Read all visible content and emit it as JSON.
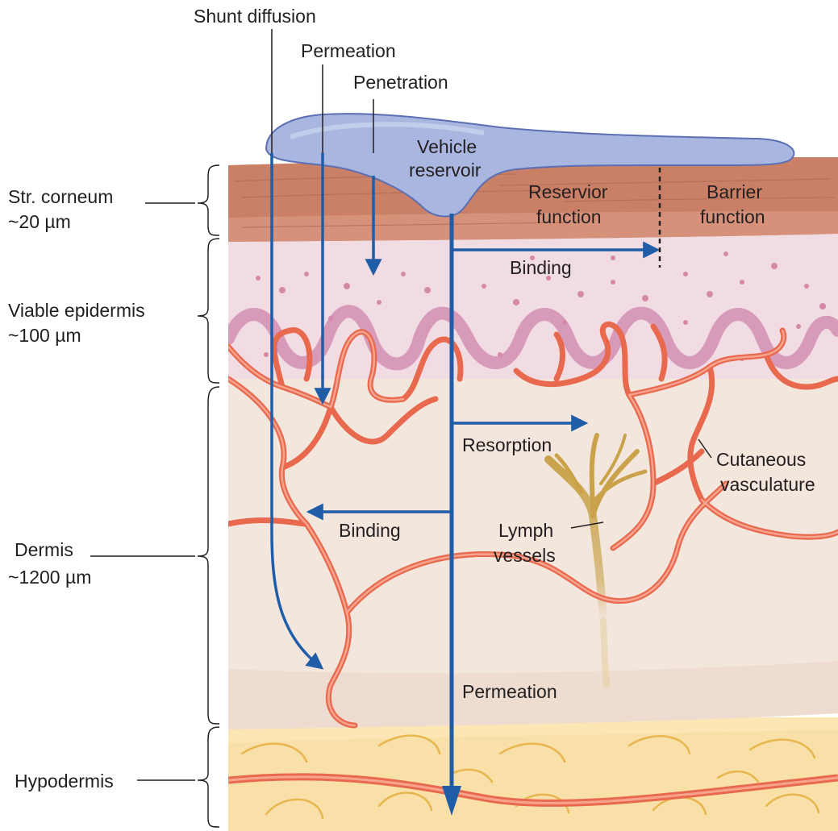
{
  "layers": {
    "stratum_corneum": {
      "name": "Str. corneum",
      "thickness": "~20 µm"
    },
    "viable_epidermis": {
      "name": "Viable epidermis",
      "thickness": "~100 µm"
    },
    "dermis": {
      "name": "Dermis",
      "thickness": "~1200 µm"
    },
    "hypodermis": {
      "name": "Hypodermis"
    }
  },
  "routes": {
    "shunt_diffusion": "Shunt diffusion",
    "permeation_top": "Permeation",
    "penetration": "Penetration",
    "permeation_bottom": "Permeation"
  },
  "vehicle": {
    "line1": "Vehicle",
    "line2": "reservoir"
  },
  "functions": {
    "reservoir_line1": "Reservior",
    "reservoir_line2": "function",
    "barrier_line1": "Barrier",
    "barrier_line2": "function"
  },
  "processes": {
    "binding_upper": "Binding",
    "binding_lower": "Binding",
    "resorption": "Resorption"
  },
  "structures": {
    "lymph_line1": "Lymph",
    "lymph_line2": "vessels",
    "vasculature_line1": "Cutaneous",
    "vasculature_line2": "vasculature"
  },
  "colors": {
    "arrow": "#1f5da8",
    "vessel": "#e8694e",
    "lymph": "#c9a24a",
    "corneum": "#c98066",
    "epidermis": "#f1dce3",
    "dermis": "#f3e6dc",
    "hypodermis": "#fbe6b4",
    "vehicle": "#a9b6e0"
  }
}
